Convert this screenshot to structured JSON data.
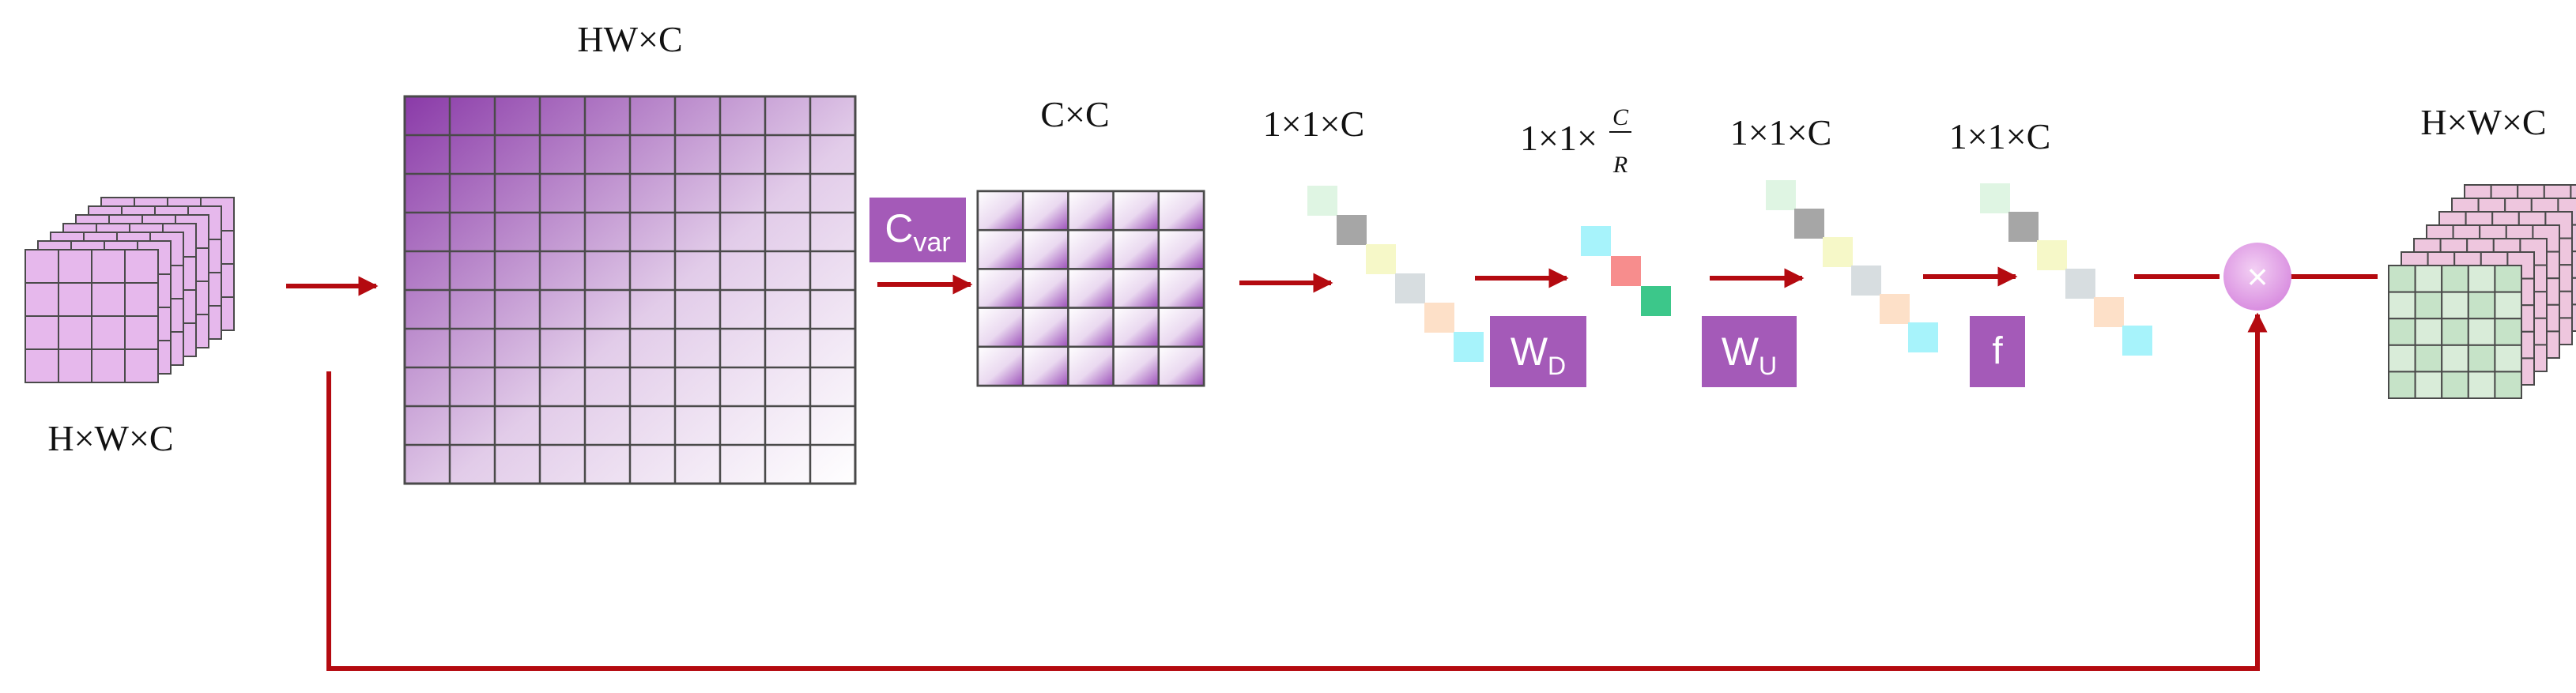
{
  "labels": {
    "input_dims": "H×W×C",
    "reshape_dims": "HW×C",
    "cov_dims": "C×C",
    "pool_dims": "1×1×C",
    "down_dims_prefix": "1×1×",
    "down_dims_num": "C",
    "down_dims_den": "R",
    "up_dims": "1×1×C",
    "act_dims": "1×1×C",
    "output_dims": "H×W×C"
  },
  "ops": {
    "cvar_main": "C",
    "cvar_sub": "var",
    "wd_main": "W",
    "wd_sub": "D",
    "wu_main": "W",
    "wu_sub": "U",
    "f": "f",
    "multiply_symbol": "×"
  },
  "colors": {
    "arrow": "#b40a10",
    "op_box": "#a45ab8",
    "grid_dark": "#8e3fac",
    "grid_line": "#4a4a4a",
    "cube_face": "#e6b8ec",
    "multiply_node": "#e3a6e6",
    "output_pink": "#eec6de",
    "output_green": "#c6e3c8"
  },
  "vectors": {
    "pooled": [
      "#dff5e3",
      "#a6a6a6",
      "#f6f8c8",
      "#d7dde0",
      "#fde0c8",
      "#a7f3fb"
    ],
    "reduced": [
      "#a7f3fb",
      "#f78d8d",
      "#3cc78a"
    ],
    "expanded": [
      "#dff5e3",
      "#a6a6a6",
      "#f6f8c8",
      "#d7dde0",
      "#fde0c8",
      "#a7f3fb"
    ],
    "activated": [
      "#dff5e3",
      "#a6a6a6",
      "#f6f8c8",
      "#d7dde0",
      "#fde0c8",
      "#a7f3fb"
    ]
  }
}
